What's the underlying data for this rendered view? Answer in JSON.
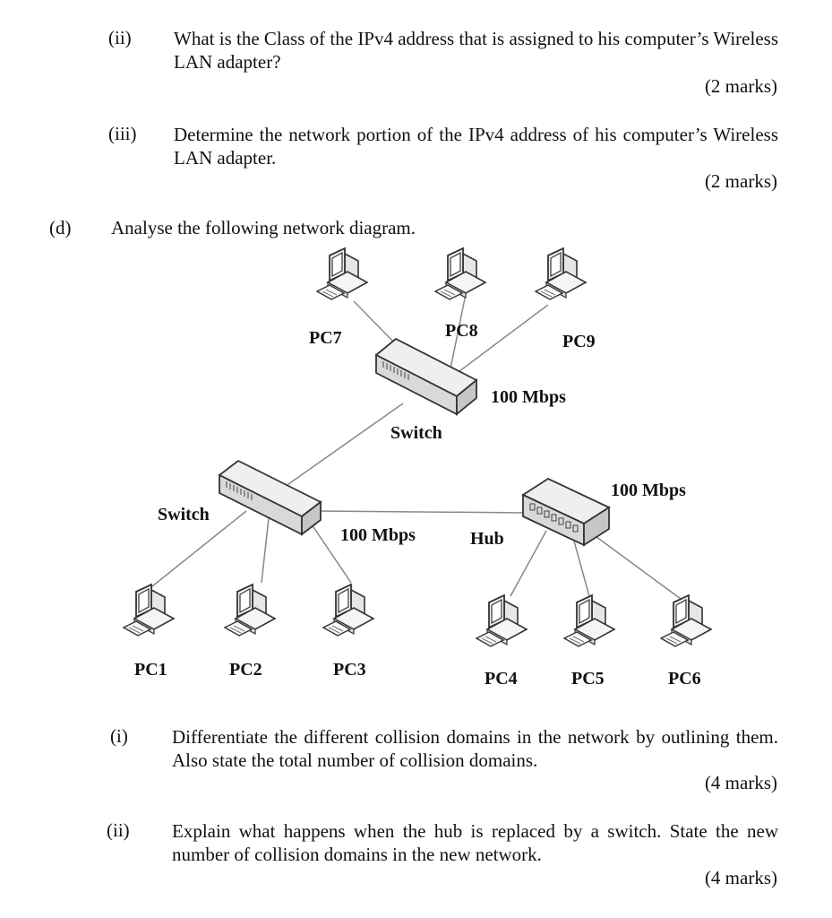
{
  "part_c": {
    "ii": {
      "num": "(ii)",
      "text": "What is the Class of the IPv4 address that is assigned to his computer’s Wireless LAN adapter?",
      "marks": "(2 marks)"
    },
    "iii": {
      "num": "(iii)",
      "text": "Determine the network portion of the IPv4 address of his computer’s Wireless LAN adapter.",
      "marks": "(2 marks)"
    }
  },
  "part_d": {
    "label": "(d)",
    "intro": "Analyse the following network diagram.",
    "diagram": {
      "labels": {
        "pc1": "PC1",
        "pc2": "PC2",
        "pc3": "PC3",
        "pc4": "PC4",
        "pc5": "PC5",
        "pc6": "PC6",
        "pc7": "PC7",
        "pc8": "PC8",
        "pc9": "PC9",
        "switch_top": "Switch",
        "switch_left": "Switch",
        "hub": "Hub",
        "speed_top": "100 Mbps",
        "speed_mid": "100 Mbps",
        "speed_hub": "100 Mbps"
      }
    },
    "i": {
      "num": "(i)",
      "text": "Differentiate the different collision domains in the network by outlining them. Also state the total number of collision domains.",
      "marks": "(4 marks)"
    },
    "ii": {
      "num": "(ii)",
      "text": "Explain what happens when the hub is replaced by a switch. State the new number of collision domains in the new network.",
      "marks": "(4 marks)"
    }
  }
}
